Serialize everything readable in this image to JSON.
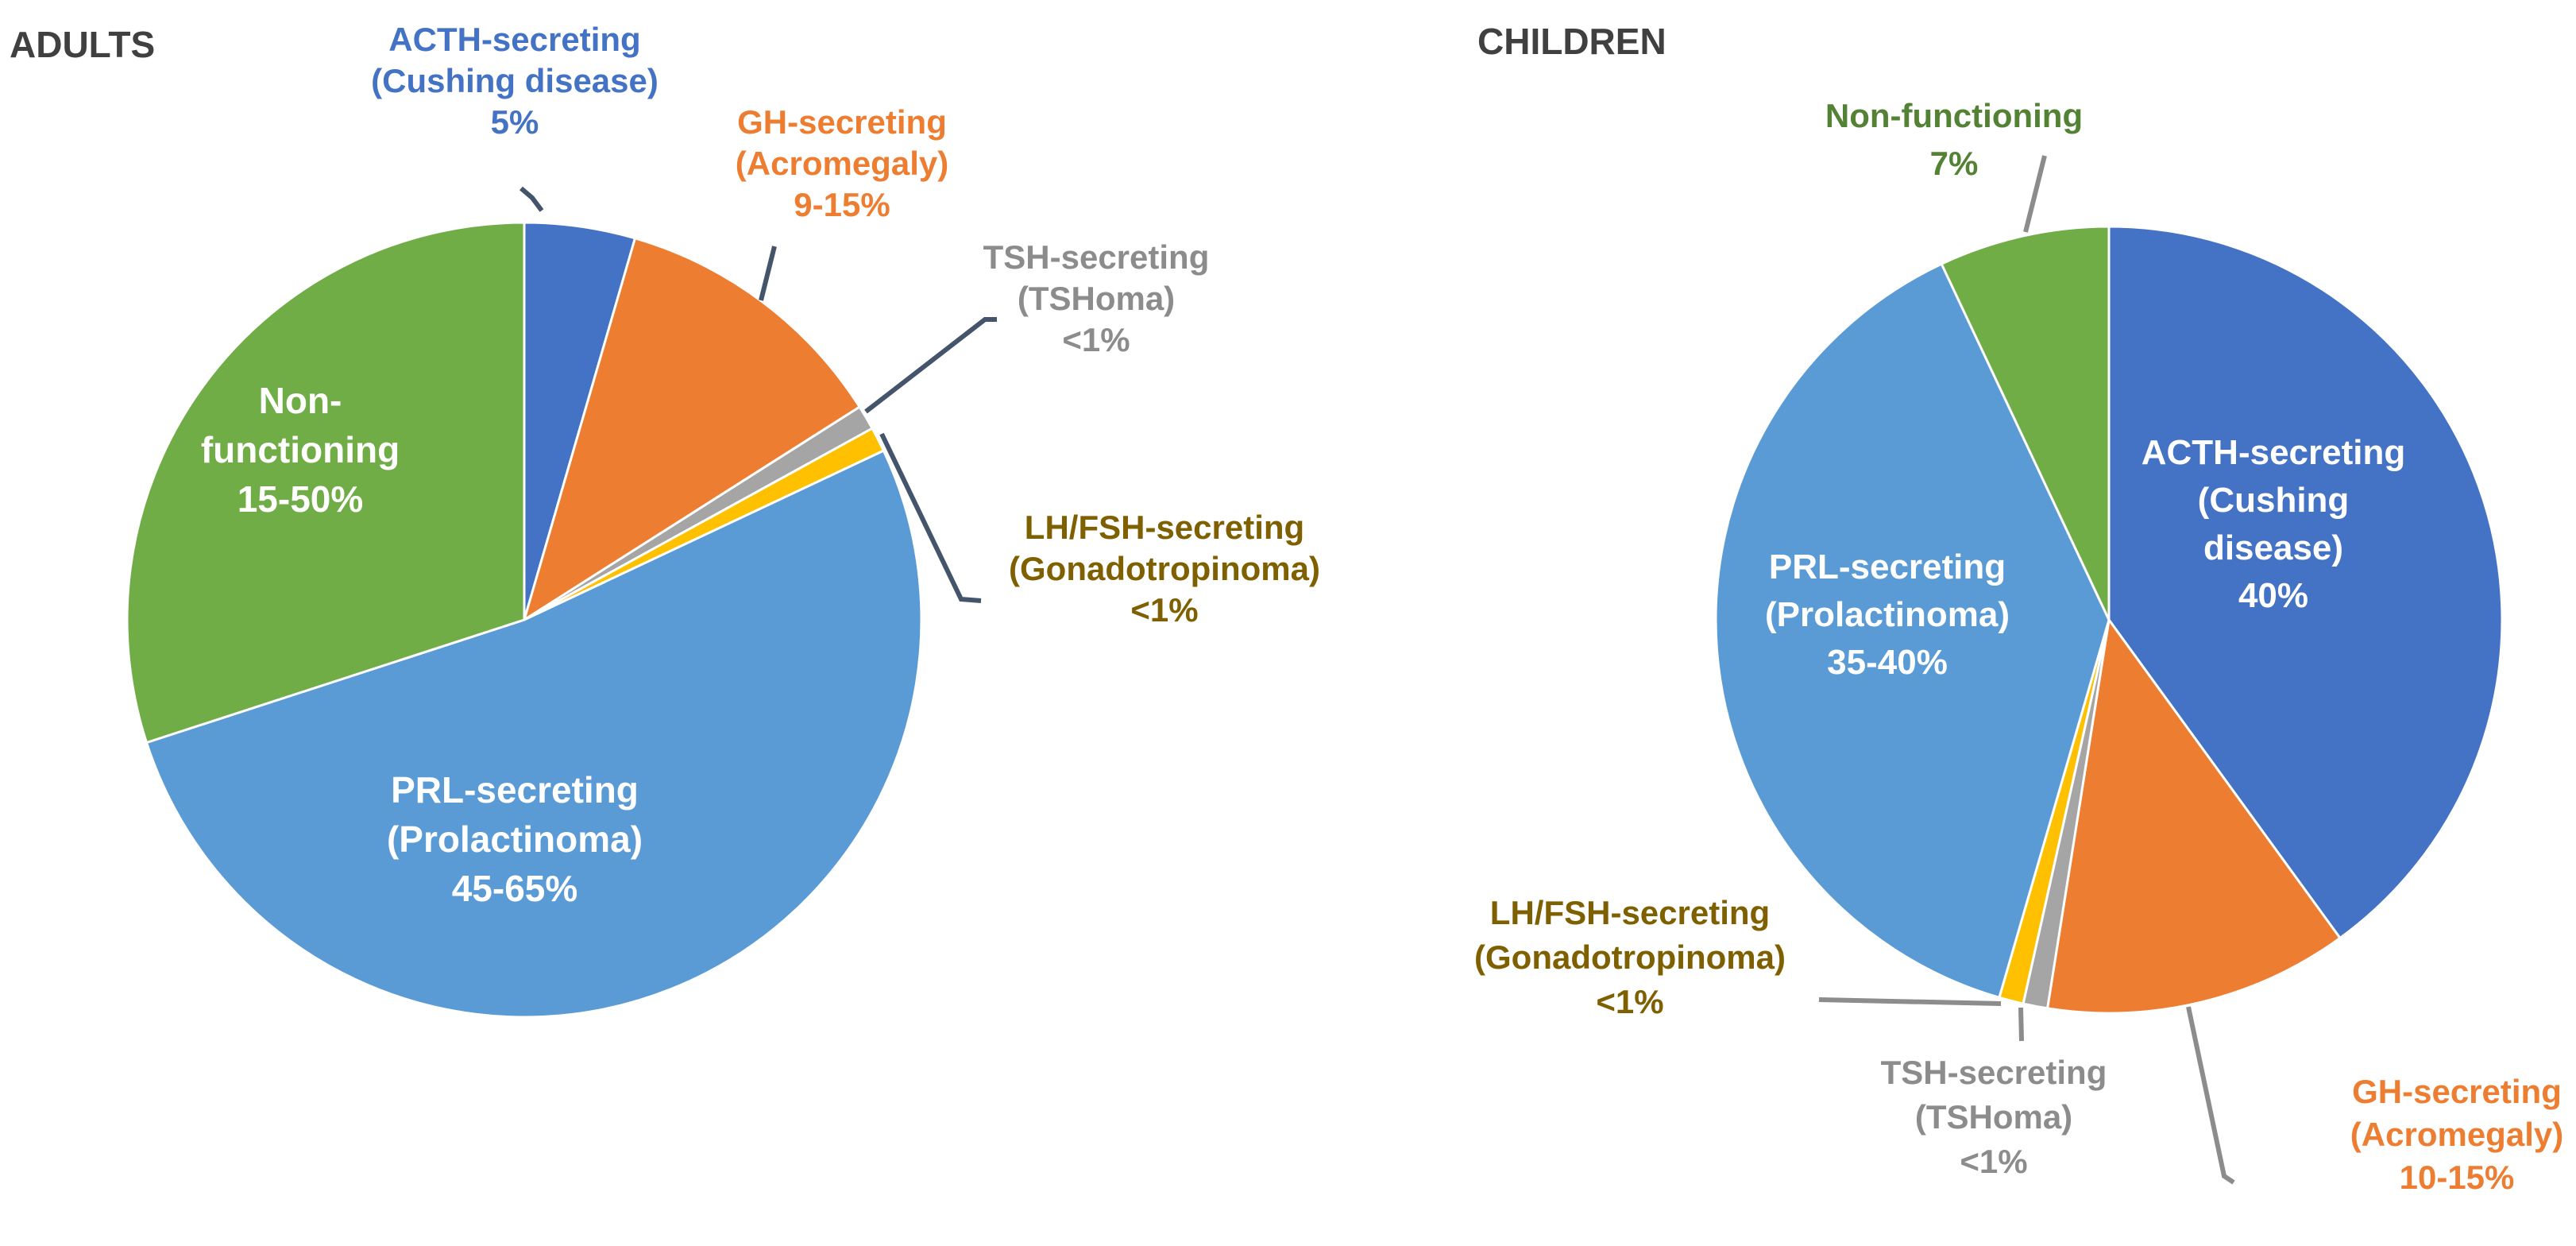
{
  "chart_data": [
    {
      "type": "pie",
      "title": "ADULTS",
      "slices": [
        {
          "key": "acth",
          "value": 4.5,
          "color": "#4472C4",
          "label_color": "#4472C4",
          "label_lines": [
            "ACTH-secreting",
            "(Cushing disease)",
            "5%"
          ]
        },
        {
          "key": "gh",
          "value": 11.5,
          "color": "#ED7D31",
          "label_color": "#ED7D31",
          "label_lines": [
            "GH-secreting",
            "(Acromegaly)",
            "9-15%"
          ]
        },
        {
          "key": "tsh",
          "value": 1.0,
          "color": "#A5A5A5",
          "label_color": "#8C8C8C",
          "label_lines": [
            "TSH-secreting",
            "(TSHoma)",
            "<1%"
          ]
        },
        {
          "key": "lhfsh",
          "value": 1.0,
          "color": "#FFC000",
          "label_color": "#7F6000",
          "label_lines": [
            "LH/FSH-secreting",
            "(Gonadotropinoma)",
            "<1%"
          ]
        },
        {
          "key": "prl",
          "value": 52.0,
          "color": "#5B9BD5",
          "label_color": "#FFFFFF",
          "label_lines": [
            "PRL-secreting",
            "(Prolactinoma)",
            "45-65%"
          ]
        },
        {
          "key": "nf",
          "value": 30.0,
          "color": "#70AD47",
          "label_color": "#FFFFFF",
          "label_lines": [
            "Non-",
            "functioning",
            "15-50%"
          ]
        }
      ]
    },
    {
      "type": "pie",
      "title": "CHILDREN",
      "slices": [
        {
          "key": "acth",
          "value": 40.0,
          "color": "#4472C4",
          "label_color": "#FFFFFF",
          "label_lines": [
            "ACTH-secreting",
            "(Cushing",
            "disease)",
            "40%"
          ]
        },
        {
          "key": "gh",
          "value": 12.5,
          "color": "#ED7D31",
          "label_color": "#ED7D31",
          "label_lines": [
            "GH-secreting",
            "(Acromegaly)",
            "10-15%"
          ]
        },
        {
          "key": "tsh",
          "value": 1.0,
          "color": "#A5A5A5",
          "label_color": "#8C8C8C",
          "label_lines": [
            "TSH-secreting",
            "(TSHoma)",
            "<1%"
          ]
        },
        {
          "key": "lhfsh",
          "value": 1.0,
          "color": "#FFC000",
          "label_color": "#7F6000",
          "label_lines": [
            "LH/FSH-secreting",
            "(Gonadotropinoma)",
            "<1%"
          ]
        },
        {
          "key": "prl",
          "value": 38.5,
          "color": "#5B9BD5",
          "label_color": "#FFFFFF",
          "label_lines": [
            "PRL-secreting",
            "(Prolactinoma)",
            "35-40%"
          ]
        },
        {
          "key": "nf",
          "value": 7.0,
          "color": "#70AD47",
          "label_color": "#548235",
          "label_lines": [
            "Non-functioning",
            "7%"
          ]
        }
      ]
    }
  ]
}
